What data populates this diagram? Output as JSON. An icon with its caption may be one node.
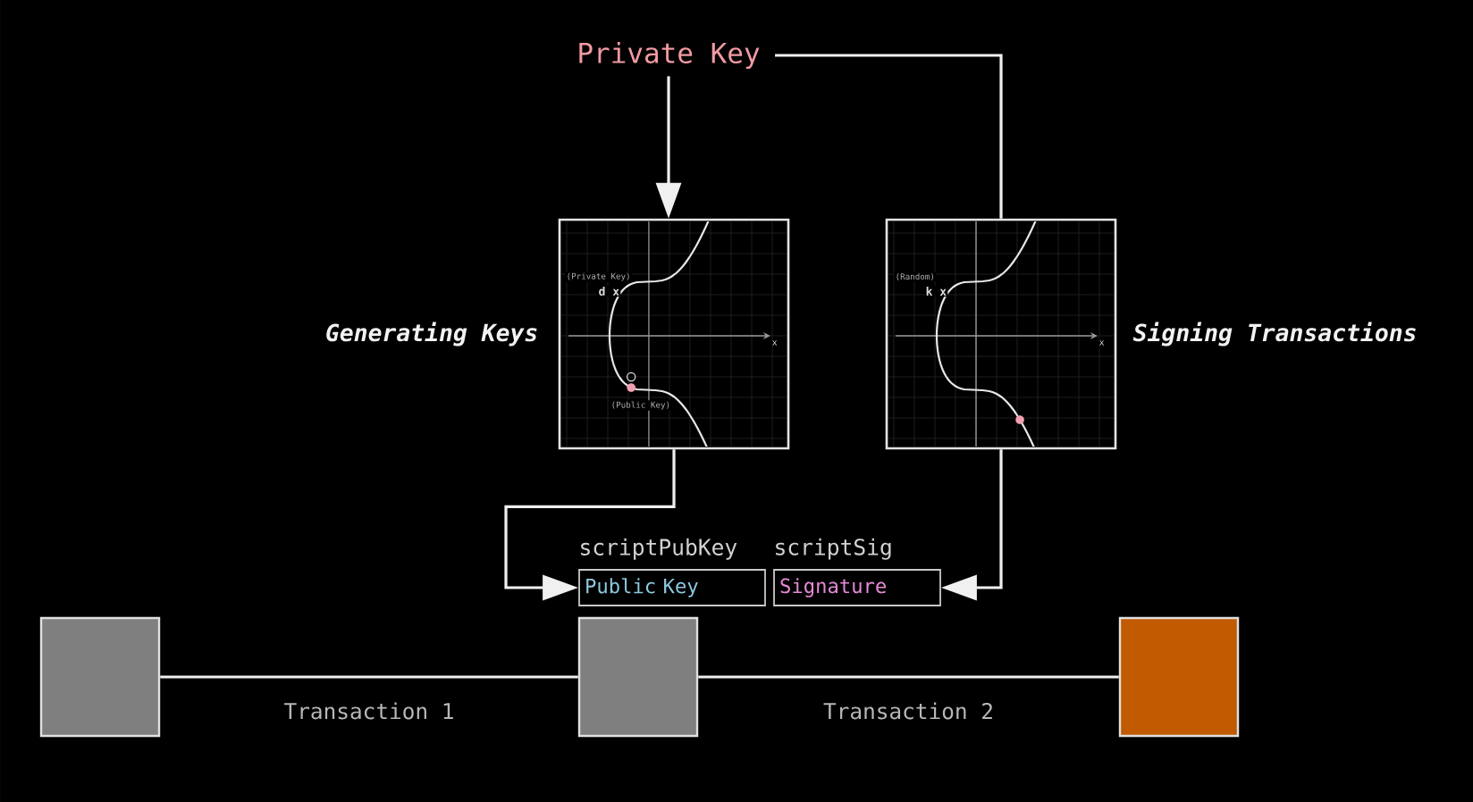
{
  "diagram": {
    "nodes": [
      {
        "text": [
          "Private Key"
        ]
      },
      {
        "text": [],
        "shape": "picture",
        "beside": [
          "Generating Keys"
        ]
      },
      {
        "text": [],
        "shape": "picture",
        "beside": [
          "Signing Transactions"
        ]
      },
      {
        "text": [
          "scriptPubKey",
          "Public Key"
        ]
      },
      {
        "text": [
          "scriptSig",
          "Signature"
        ]
      },
      {
        "text": [],
        "shape": "box"
      },
      {
        "text": [],
        "shape": "box"
      },
      {
        "text": [],
        "shape": "box"
      }
    ],
    "edges": [
      {
        "from": 0,
        "to": 1,
        "arrow": "to"
      },
      {
        "from": 0,
        "to": 2,
        "arrow": "none"
      },
      {
        "from": 1,
        "to": 3,
        "arrow": "to"
      },
      {
        "from": 2,
        "to": 4,
        "arrow": "to"
      },
      {
        "from": 5,
        "to": 6,
        "arrow": "none",
        "label": "Transaction 1"
      },
      {
        "from": 6,
        "to": 7,
        "arrow": "none",
        "label": "Transaction 2"
      }
    ],
    "labels": [
      "(Private Key)",
      "d x",
      "x",
      "(Public Key)",
      "(Random)",
      "k x",
      "x"
    ]
  }
}
